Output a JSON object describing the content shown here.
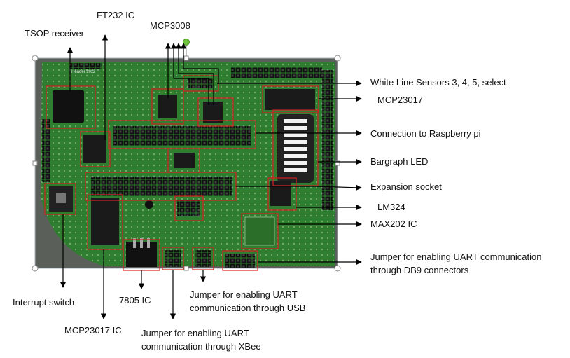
{
  "labels": {
    "tsop": "TSOP receiver",
    "ft232": "FT232 IC",
    "mcp3008": "MCP3008",
    "white_line": "White Line Sensors 3, 4, 5, select",
    "mcp23017_right": "MCP23017",
    "raspberry": "Connection to Raspberry pi",
    "bargraph": "Bargraph LED",
    "expansion": "Expansion socket",
    "lm324": "LM324",
    "max202": "MAX202 IC",
    "uart_db9_1": "Jumper for enabling UART  communication",
    "uart_db9_2": "through DB9 connectors",
    "interrupt": "Interrupt switch",
    "ic7805": "7805 IC",
    "uart_usb_1": "Jumper for enabling UART",
    "uart_usb_2": "communication through  USB",
    "mcp23017_bottom": "MCP23017 IC",
    "uart_xbee_1": "Jumper for enabling UART",
    "uart_xbee_2": "communication through XBee"
  },
  "board_silkscreen": {
    "header_text": "Header 20x2"
  },
  "colors": {
    "pcb": "#2f7d2f",
    "pcb_dark": "#1f5c22",
    "highlight_box": "#d42020",
    "arrow": "#000000",
    "handle": "#6ec23c"
  }
}
